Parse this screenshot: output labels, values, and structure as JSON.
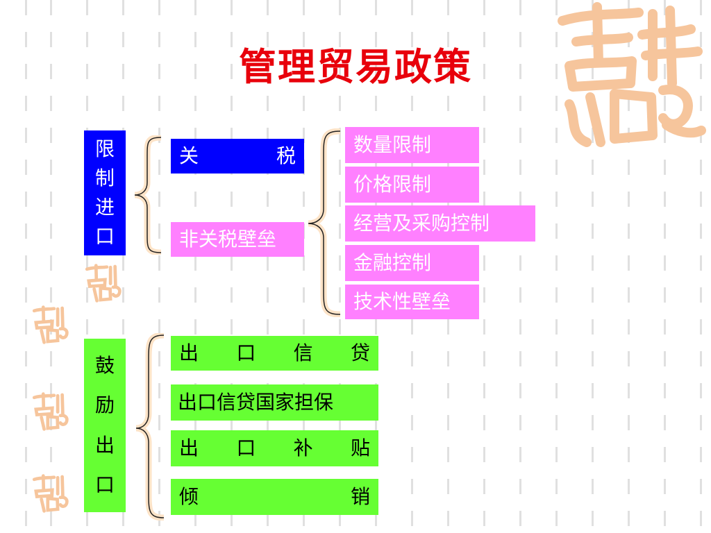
{
  "title": "管理贸易政策",
  "restrict": {
    "label_chars": [
      "限",
      "制",
      "进",
      "口"
    ],
    "tariff_chars": [
      "关",
      "税"
    ],
    "non_tariff": "非关税壁垒",
    "measures": [
      "数量限制",
      "价格限制",
      "经营及采购控制",
      "金融控制",
      "技术性壁垒"
    ]
  },
  "encourage": {
    "label_chars": [
      "鼓",
      "励",
      "出",
      "口"
    ],
    "export_credit_chars": [
      "出",
      "口",
      "信",
      "贷"
    ],
    "credit_guarantee": "出口信贷国家担保",
    "subsidy_chars": [
      "出",
      "口",
      "补",
      "贴"
    ],
    "dumping_chars": [
      "倾",
      "销"
    ]
  },
  "colors": {
    "title": "#e8000b",
    "blue_box": "#0000ff",
    "pink_box": "#ff80ff",
    "green_box": "#66ff33",
    "brace": "#fde3c7",
    "seal": "#f6c59c"
  }
}
